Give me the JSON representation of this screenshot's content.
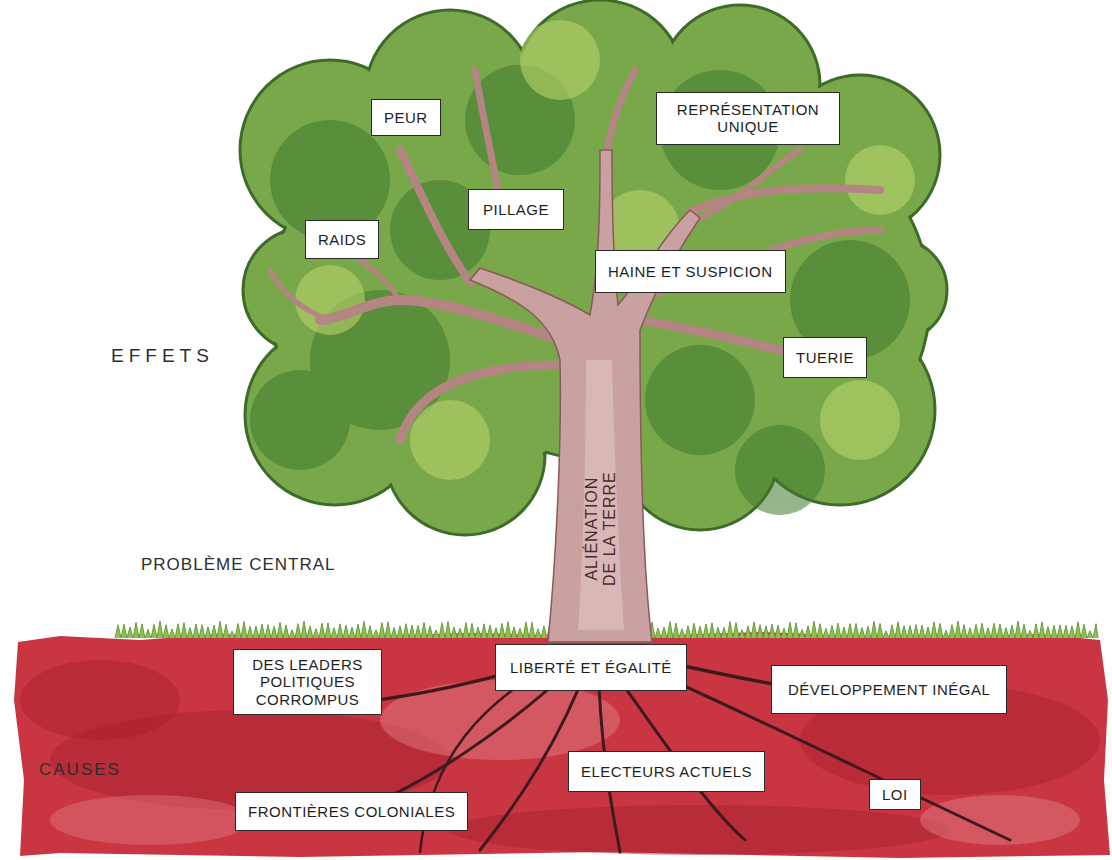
{
  "diagram": {
    "nodes": [
      {
        "text": [
          "PEUR"
        ]
      },
      {
        "text": [
          "REPRÉSENTATION UNIQUE"
        ]
      },
      {
        "text": [
          "PILLAGE"
        ]
      },
      {
        "text": [
          "RAIDS"
        ]
      },
      {
        "text": [
          "HAINE ET SUSPICION"
        ]
      },
      {
        "text": [
          "TUERIE"
        ]
      },
      {
        "text": [
          "DES LEADERS POLITIQUES CORROMPUS"
        ]
      },
      {
        "text": [
          "LIBERTÉ ET ÉGALITÉ"
        ]
      },
      {
        "text": [
          "DÉVELOPPEMENT INÉGAL"
        ]
      },
      {
        "text": [
          "ELECTEURS ACTUELS"
        ]
      },
      {
        "text": [
          "LOI"
        ]
      },
      {
        "text": [
          "FRONTIÈRES COLONIALES"
        ]
      }
    ],
    "labels": [
      "EFFETS",
      "ALIÉNATION DE LA TERRE",
      "PROBLÈME CENTRAL",
      "CAUSES"
    ]
  }
}
